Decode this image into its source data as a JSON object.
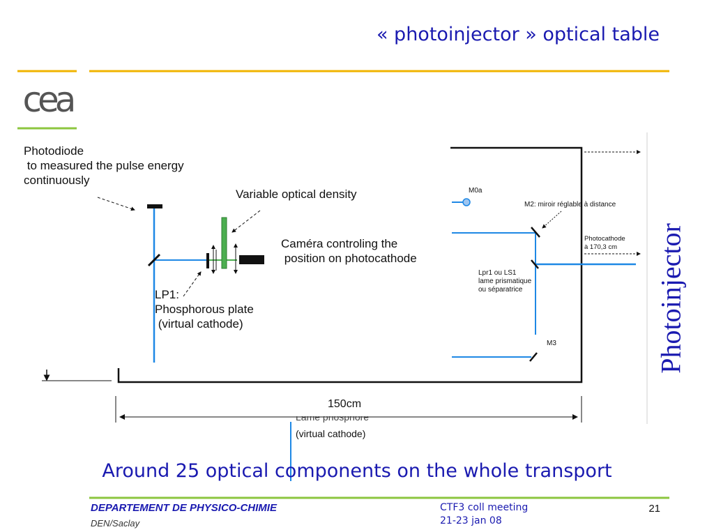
{
  "slide": {
    "title": "« photoinjector » optical table",
    "subtitle": "Around 25 optical components on the whole transport",
    "side_label": "Photoinjector",
    "logo_text": "cea"
  },
  "diagram": {
    "photodiode_label": "Photodiode\n to measured the pulse energy\ncontinuously",
    "density_label": "Variable optical density",
    "camera_label": "Caméra controling the\n position on photocathode",
    "lp1_label": "LP1:\nPhosphorous plate\n (virtual cathode)",
    "m0a_label": "M0a",
    "m2_label": "M2: miroir réglable à distance",
    "photocathode_label": "Photocathode\nà 170,3 cm",
    "lpr1_label": "Lpr1 ou LS1\nlame prismatique\nou séparatrice",
    "m3_label": "M3",
    "dimension_label": "150cm",
    "overlap_label_top": "Lame phosphore",
    "overlap_label_bottom": "(virtual cathode)"
  },
  "footer": {
    "department": "DEPARTEMENT DE PHYSICO-CHIMIE",
    "site": "DEN/Saclay",
    "meeting": "CTF3 coll meeting\n21-23 jan 08",
    "page": "21"
  },
  "colors": {
    "title_blue": "#1a1ab0",
    "rule_gold": "#f0b400",
    "rule_green": "#8cc63f",
    "beam_blue": "#1e88e5",
    "filter_green": "#4caf50"
  }
}
